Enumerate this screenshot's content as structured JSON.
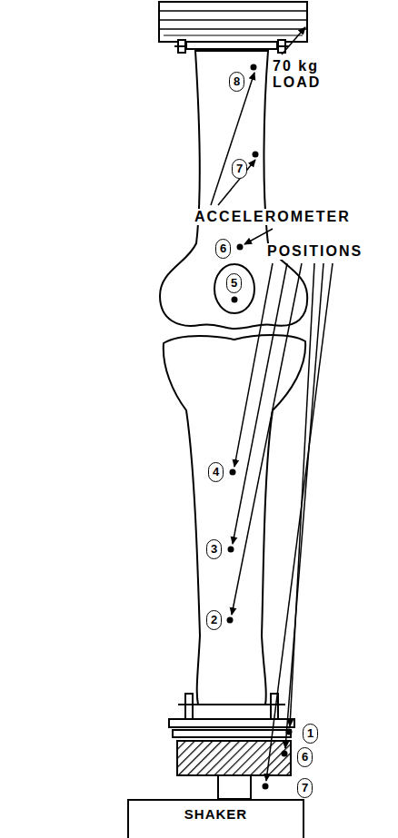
{
  "diagram": {
    "nodes": [
      {
        "text": [
          "SHAKER"
        ]
      }
    ],
    "labels": [
      "70 kg LOAD",
      "ACCELEROMETER",
      "POSITIONS",
      "8",
      "7",
      "6",
      "5",
      "4",
      "3",
      "2",
      "1",
      "6",
      "7"
    ]
  }
}
